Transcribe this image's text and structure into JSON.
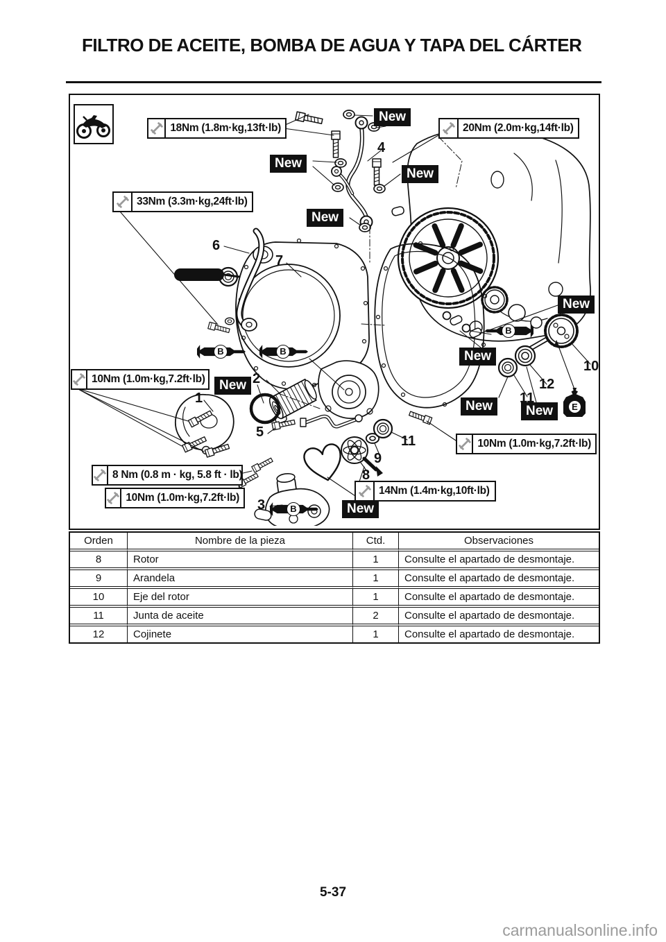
{
  "page": {
    "title": "FILTRO DE ACEITE, BOMBA DE AGUA Y TAPA DEL CÁRTER",
    "page_number": "5-37",
    "watermark": "carmanualsonline.info"
  },
  "diagram": {
    "new_label": "New",
    "grease_symbol": "B",
    "oil_symbol": "E",
    "torque_labels": {
      "t18": "18Nm (1.8m·kg,13ft·lb)",
      "t20": "20Nm (2.0m·kg,14ft·lb)",
      "t33": "33Nm (3.3m·kg,24ft·lb)",
      "t10_left": "10Nm (1.0m·kg,7.2ft·lb)",
      "t10_right": "10Nm (1.0m·kg,7.2ft·lb)",
      "t10_bottom": "10Nm (1.0m·kg,7.2ft·lb)",
      "t8": "8 Nm (0.8 m · kg, 5.8 ft · lb)",
      "t14": "14Nm (1.4m·kg,10ft·lb)"
    },
    "part_numbers": {
      "n1": "1",
      "n2": "2",
      "n3": "3",
      "n4": "4",
      "n5": "5",
      "n6": "6",
      "n7": "7",
      "n8": "8",
      "n9": "9",
      "n10": "10",
      "n11": "11",
      "n12": "12"
    }
  },
  "colors": {
    "ink": "#111111",
    "wrench_gray": "#9a9a9a",
    "watermark_gray": "#9b9b9b"
  },
  "table": {
    "headers": [
      "Orden",
      "Nombre de la pieza",
      "Ctd.",
      "Observaciones"
    ],
    "rows": [
      [
        "8",
        "Rotor",
        "1",
        "Consulte el apartado de desmontaje."
      ],
      [
        "9",
        "Arandela",
        "1",
        "Consulte el apartado de desmontaje."
      ],
      [
        "10",
        "Eje del rotor",
        "1",
        "Consulte el apartado de desmontaje."
      ],
      [
        "11",
        "Junta de aceite",
        "2",
        "Consulte el apartado de desmontaje."
      ],
      [
        "12",
        "Cojinete",
        "1",
        "Consulte el apartado de desmontaje."
      ]
    ]
  }
}
